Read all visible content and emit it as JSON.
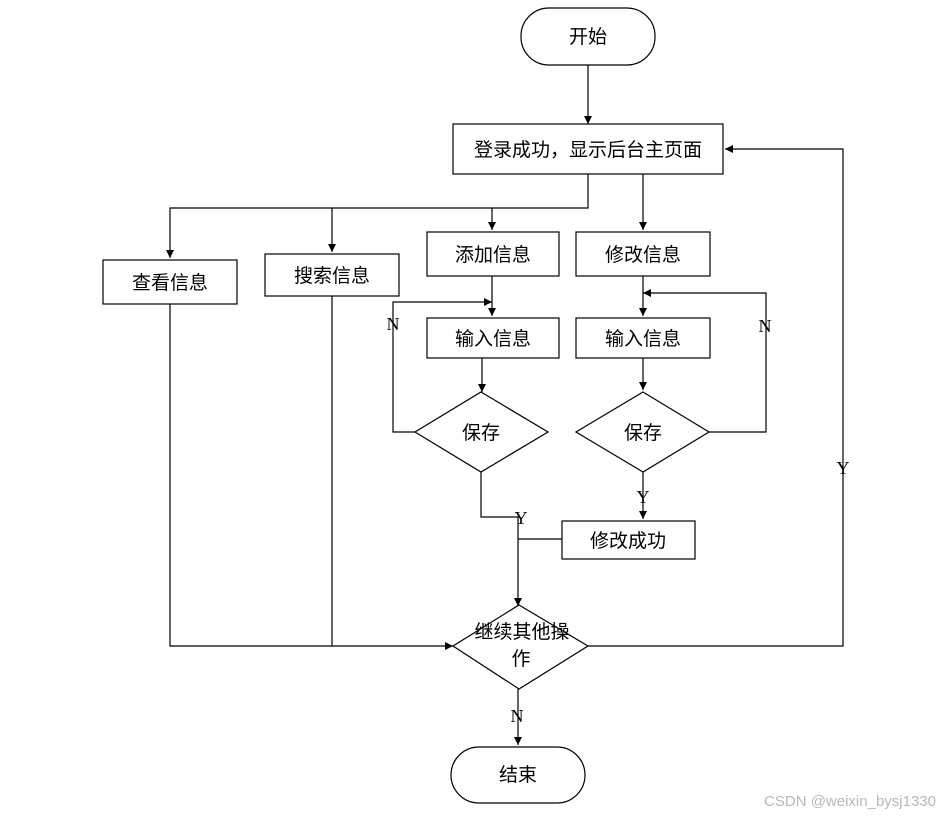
{
  "nodes": {
    "start": "开始",
    "login": "登录成功，显示后台主页面",
    "view": "查看信息",
    "search": "搜索信息",
    "add": "添加信息",
    "modify": "修改信息",
    "input_add": "输入信息",
    "input_modify": "输入信息",
    "save_add": "保存",
    "save_modify": "保存",
    "modify_success": "修改成功",
    "continue_line1": "继续其他操",
    "continue_line2": "作",
    "end": "结束"
  },
  "edge_labels": {
    "add_save_no": "N",
    "add_save_yes": "Y",
    "modify_save_no": "N",
    "modify_save_yes": "Y",
    "continue_yes": "Y",
    "continue_no": "N"
  },
  "watermark": "CSDN @weixin_bysj1330"
}
